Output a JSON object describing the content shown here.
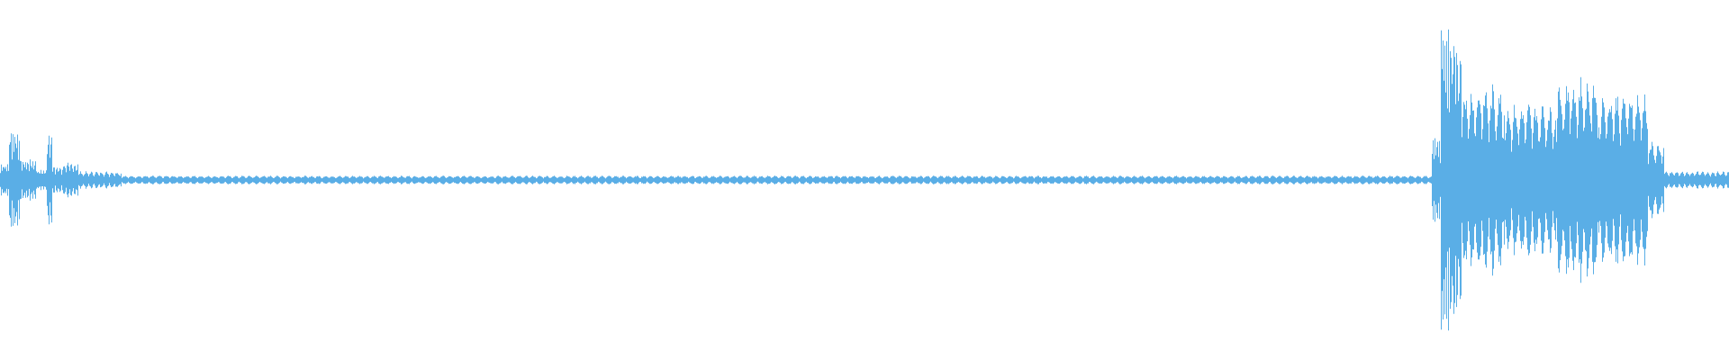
{
  "waveform": {
    "color": "#5aaee6",
    "background": "#ffffff",
    "amplitude_scale": [
      -1,
      1
    ],
    "duration_fraction_segments": [
      {
        "start": 0.0,
        "end": 0.005,
        "peak": 0.1,
        "period": 0.0012
      },
      {
        "start": 0.005,
        "end": 0.011,
        "peak": 0.3,
        "period": 0.0009
      },
      {
        "start": 0.011,
        "end": 0.021,
        "peak": 0.12,
        "period": 0.0014
      },
      {
        "start": 0.021,
        "end": 0.027,
        "peak": 0.06,
        "period": 0.0016
      },
      {
        "start": 0.027,
        "end": 0.03,
        "peak": 0.3,
        "period": 0.0008
      },
      {
        "start": 0.03,
        "end": 0.036,
        "peak": 0.08,
        "period": 0.0018
      },
      {
        "start": 0.036,
        "end": 0.045,
        "peak": 0.1,
        "period": 0.002
      },
      {
        "start": 0.045,
        "end": 0.07,
        "peak": 0.05,
        "period": 0.003
      },
      {
        "start": 0.07,
        "end": 0.828,
        "peak": 0.025,
        "period": 0.004
      },
      {
        "start": 0.828,
        "end": 0.833,
        "peak": 0.25,
        "period": 0.0012
      },
      {
        "start": 0.833,
        "end": 0.838,
        "peak": 0.98,
        "period": 0.001
      },
      {
        "start": 0.838,
        "end": 0.845,
        "peak": 0.85,
        "period": 0.0018
      },
      {
        "start": 0.845,
        "end": 0.87,
        "peak": 0.55,
        "period": 0.004
      },
      {
        "start": 0.87,
        "end": 0.9,
        "peak": 0.45,
        "period": 0.004
      },
      {
        "start": 0.9,
        "end": 0.925,
        "peak": 0.6,
        "period": 0.004
      },
      {
        "start": 0.925,
        "end": 0.953,
        "peak": 0.52,
        "period": 0.004
      },
      {
        "start": 0.953,
        "end": 0.962,
        "peak": 0.22,
        "period": 0.004
      },
      {
        "start": 0.962,
        "end": 1.0,
        "peak": 0.05,
        "period": 0.003
      }
    ]
  }
}
